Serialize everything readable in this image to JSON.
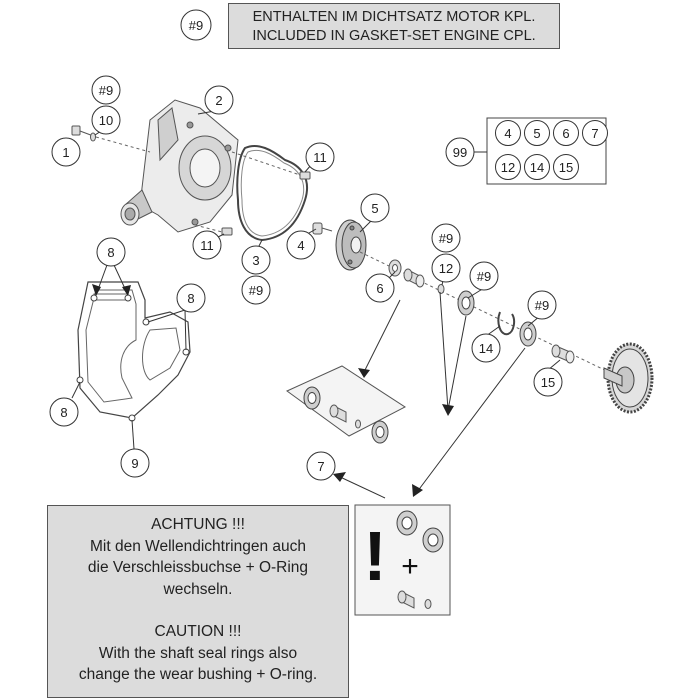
{
  "legend": {
    "ref": "#9",
    "line1": "ENTHALTEN IM DICHTSATZ MOTOR KPL.",
    "line2": "INCLUDED IN GASKET-SET ENGINE CPL."
  },
  "callouts": {
    "c1": "1",
    "c2": "2",
    "c3": "3",
    "c4": "4",
    "c5": "5",
    "c6": "6",
    "c7": "7",
    "c9": "9",
    "c10": "10",
    "c11a": "11",
    "c11b": "11",
    "c12": "12",
    "c14": "14",
    "c15": "15",
    "c8a": "8",
    "c8b": "8",
    "c8c": "8",
    "h9a": "#9",
    "h9b": "#9",
    "h9c": "#9",
    "h9d": "#9",
    "h9e": "#9"
  },
  "kit": {
    "number": "99",
    "items": [
      "4",
      "5",
      "6",
      "7",
      "12",
      "14",
      "15"
    ]
  },
  "note": {
    "de_title": "ACHTUNG !!!",
    "de_line1": "Mit den Wellendichtringen auch",
    "de_line2": "die Verschleissbuchse + O-Ring",
    "de_line3": "wechseln.",
    "en_title": "CAUTION !!!",
    "en_line1": "With the shaft seal rings also",
    "en_line2": "change the wear bushing + O-ring."
  },
  "warning": {
    "exclamation": "!",
    "plus": "+"
  }
}
